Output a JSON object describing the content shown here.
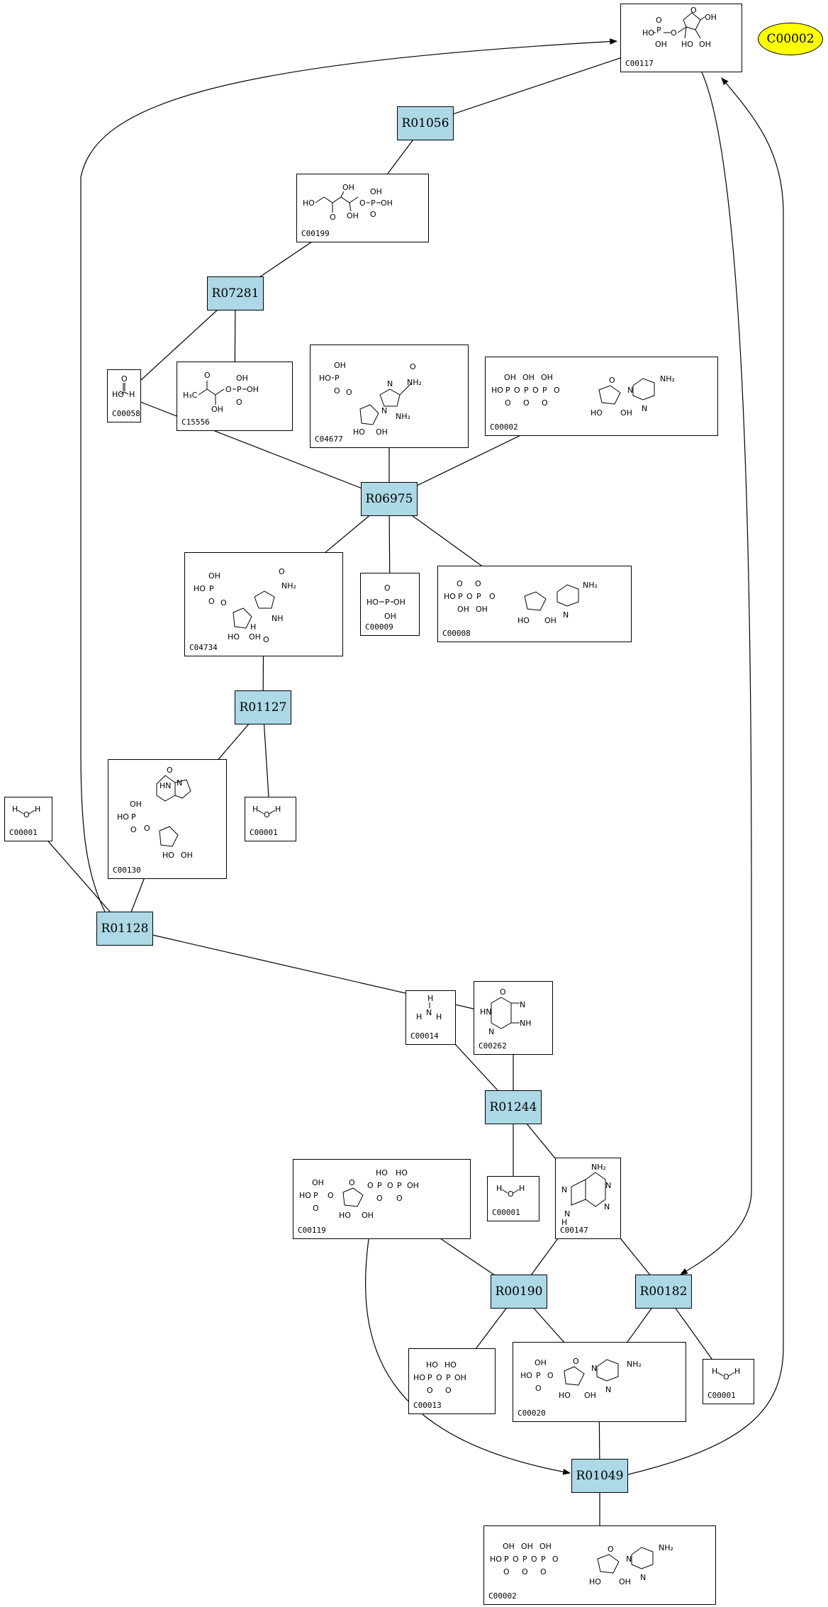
{
  "legend": {
    "label": "C00002",
    "color": "#ffff00"
  },
  "colors": {
    "reaction_fill": "#add8e6",
    "edge": "#000000"
  },
  "reactions": [
    {
      "id": "R01056",
      "label": "R01056"
    },
    {
      "id": "R07281",
      "label": "R07281"
    },
    {
      "id": "R06975",
      "label": "R06975"
    },
    {
      "id": "R01127",
      "label": "R01127"
    },
    {
      "id": "R01128",
      "label": "R01128"
    },
    {
      "id": "R01244",
      "label": "R01244"
    },
    {
      "id": "R00190",
      "label": "R00190"
    },
    {
      "id": "R00182",
      "label": "R00182"
    },
    {
      "id": "R01049",
      "label": "R01049"
    }
  ],
  "compounds": [
    {
      "key": "c00117",
      "label": "C00117",
      "structure": "ribose-5-phosphate"
    },
    {
      "key": "c00199",
      "label": "C00199",
      "structure": "ribulose-5-phosphate"
    },
    {
      "key": "c00058",
      "label": "C00058",
      "structure": "formate"
    },
    {
      "key": "c15556",
      "label": "C15556",
      "structure": "hydroxyacetone-phosphate"
    },
    {
      "key": "c04677",
      "label": "C04677",
      "structure": "AICAR"
    },
    {
      "key": "c00002_top",
      "label": "C00002",
      "structure": "ATP"
    },
    {
      "key": "c04734",
      "label": "C04734",
      "structure": "FAICAR"
    },
    {
      "key": "c00009",
      "label": "C00009",
      "structure": "orthophosphate"
    },
    {
      "key": "c00008",
      "label": "C00008",
      "structure": "ADP"
    },
    {
      "key": "c00130",
      "label": "C00130",
      "structure": "IMP"
    },
    {
      "key": "c00001_a",
      "label": "C00001",
      "structure": "water"
    },
    {
      "key": "c00001_b",
      "label": "C00001",
      "structure": "water"
    },
    {
      "key": "c00014",
      "label": "C00014",
      "structure": "ammonia"
    },
    {
      "key": "c00262",
      "label": "C00262",
      "structure": "hypoxanthine"
    },
    {
      "key": "c00119",
      "label": "C00119",
      "structure": "PRPP"
    },
    {
      "key": "c00001_c",
      "label": "C00001",
      "structure": "water"
    },
    {
      "key": "c00147",
      "label": "C00147",
      "structure": "adenine"
    },
    {
      "key": "c00013",
      "label": "C00013",
      "structure": "diphosphate"
    },
    {
      "key": "c00020",
      "label": "C00020",
      "structure": "AMP"
    },
    {
      "key": "c00001_d",
      "label": "C00001",
      "structure": "water"
    },
    {
      "key": "c00002_bottom",
      "label": "C00002",
      "structure": "ATP"
    }
  ],
  "edges": [
    [
      "c00117",
      "R01056"
    ],
    [
      "R01056",
      "c00199"
    ],
    [
      "c00199",
      "R07281"
    ],
    [
      "R07281",
      "c00058"
    ],
    [
      "R07281",
      "c15556"
    ],
    [
      "c00058",
      "R06975"
    ],
    [
      "c04677",
      "R06975"
    ],
    [
      "c00002_top",
      "R06975"
    ],
    [
      "R06975",
      "c04734"
    ],
    [
      "R06975",
      "c00009"
    ],
    [
      "R06975",
      "c00008"
    ],
    [
      "c04734",
      "R01127"
    ],
    [
      "R01127",
      "c00130"
    ],
    [
      "R01127",
      "c00001_b"
    ],
    [
      "c00130",
      "R01128"
    ],
    [
      "c00001_a",
      "R01128"
    ],
    [
      "R01128",
      "c00117"
    ],
    [
      "R01128",
      "c00262"
    ],
    [
      "c00014",
      "R01244"
    ],
    [
      "c00262",
      "R01244"
    ],
    [
      "R01244",
      "c00001_c"
    ],
    [
      "R01244",
      "c00147"
    ],
    [
      "c00119",
      "R00190"
    ],
    [
      "c00147",
      "R00190"
    ],
    [
      "c00147",
      "R00182"
    ],
    [
      "c00117",
      "R00182"
    ],
    [
      "R00190",
      "c00013"
    ],
    [
      "R00190",
      "c00020"
    ],
    [
      "R00182",
      "c00020"
    ],
    [
      "R00182",
      "c00001_d"
    ],
    [
      "c00020",
      "R01049"
    ],
    [
      "c00119",
      "R01049"
    ],
    [
      "R01049",
      "c00117"
    ],
    [
      "R01049",
      "c00002_bottom"
    ]
  ]
}
